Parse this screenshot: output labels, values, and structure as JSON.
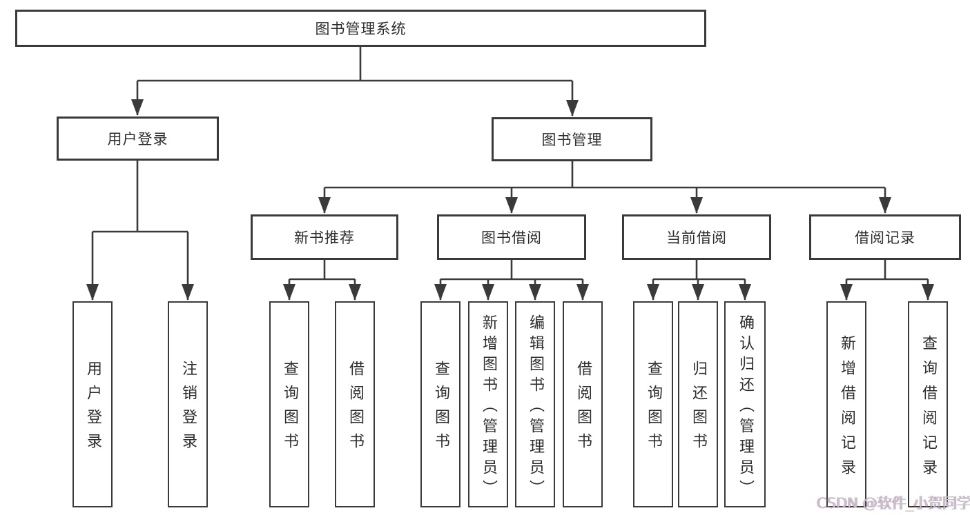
{
  "diagram": {
    "root": {
      "label": "图书管理系统"
    },
    "level2": [
      {
        "label": "用户登录",
        "leaves": [
          {
            "label": "用户登录"
          },
          {
            "label": "注销登录"
          }
        ]
      },
      {
        "label": "图书管理",
        "groups": [
          {
            "label": "新书推荐",
            "leaves": [
              {
                "label": "查询图书"
              },
              {
                "label": "借阅图书"
              }
            ]
          },
          {
            "label": "图书借阅",
            "leaves": [
              {
                "label": "查询图书"
              },
              {
                "label": "新增图书（管理员）"
              },
              {
                "label": "编辑图书（管理员）"
              },
              {
                "label": "借阅图书"
              }
            ]
          },
          {
            "label": "当前借阅",
            "leaves": [
              {
                "label": "查询图书"
              },
              {
                "label": "归还图书"
              },
              {
                "label": "确认归还（管理员）"
              }
            ]
          },
          {
            "label": "借阅记录",
            "leaves": [
              {
                "label": "新增借阅记录"
              },
              {
                "label": "查询借阅记录"
              }
            ]
          }
        ]
      }
    ]
  },
  "watermark": {
    "text": "CSDN @软件_小贺同学"
  },
  "colors": {
    "line": "#3a3a3a",
    "box_border": "#3a3a3a",
    "box_background": "#ffffff",
    "text": "#2d2d2d",
    "watermark": "#c6c6c6",
    "background": "#ffffff"
  }
}
